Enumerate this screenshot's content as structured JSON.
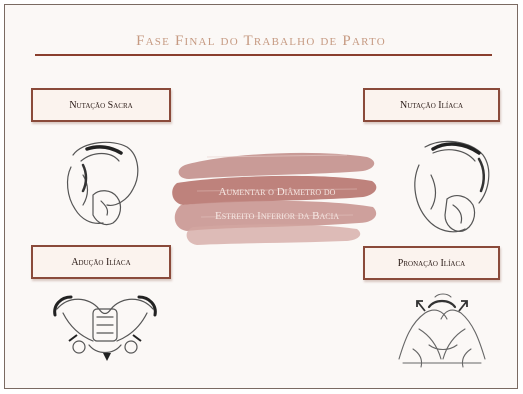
{
  "slide": {
    "title": "Fase Final do Trabalho de Parto"
  },
  "labels": {
    "top_left": "Nutação Sacra",
    "top_right": "Nutação Ilíaca",
    "bottom_left": "Adução Ilíaca",
    "bottom_right": "Pronação Ilíaca"
  },
  "center": {
    "line1": "Aumentar o Diâmetro do",
    "line2": "Estreito Inferior da Bacia"
  },
  "colors": {
    "title": "#c69a82",
    "rule": "#8a3f2e",
    "box_border": "#8a4a3a",
    "brush": "#b97c78"
  },
  "icons": [
    "pelvis-sketch-icon"
  ]
}
